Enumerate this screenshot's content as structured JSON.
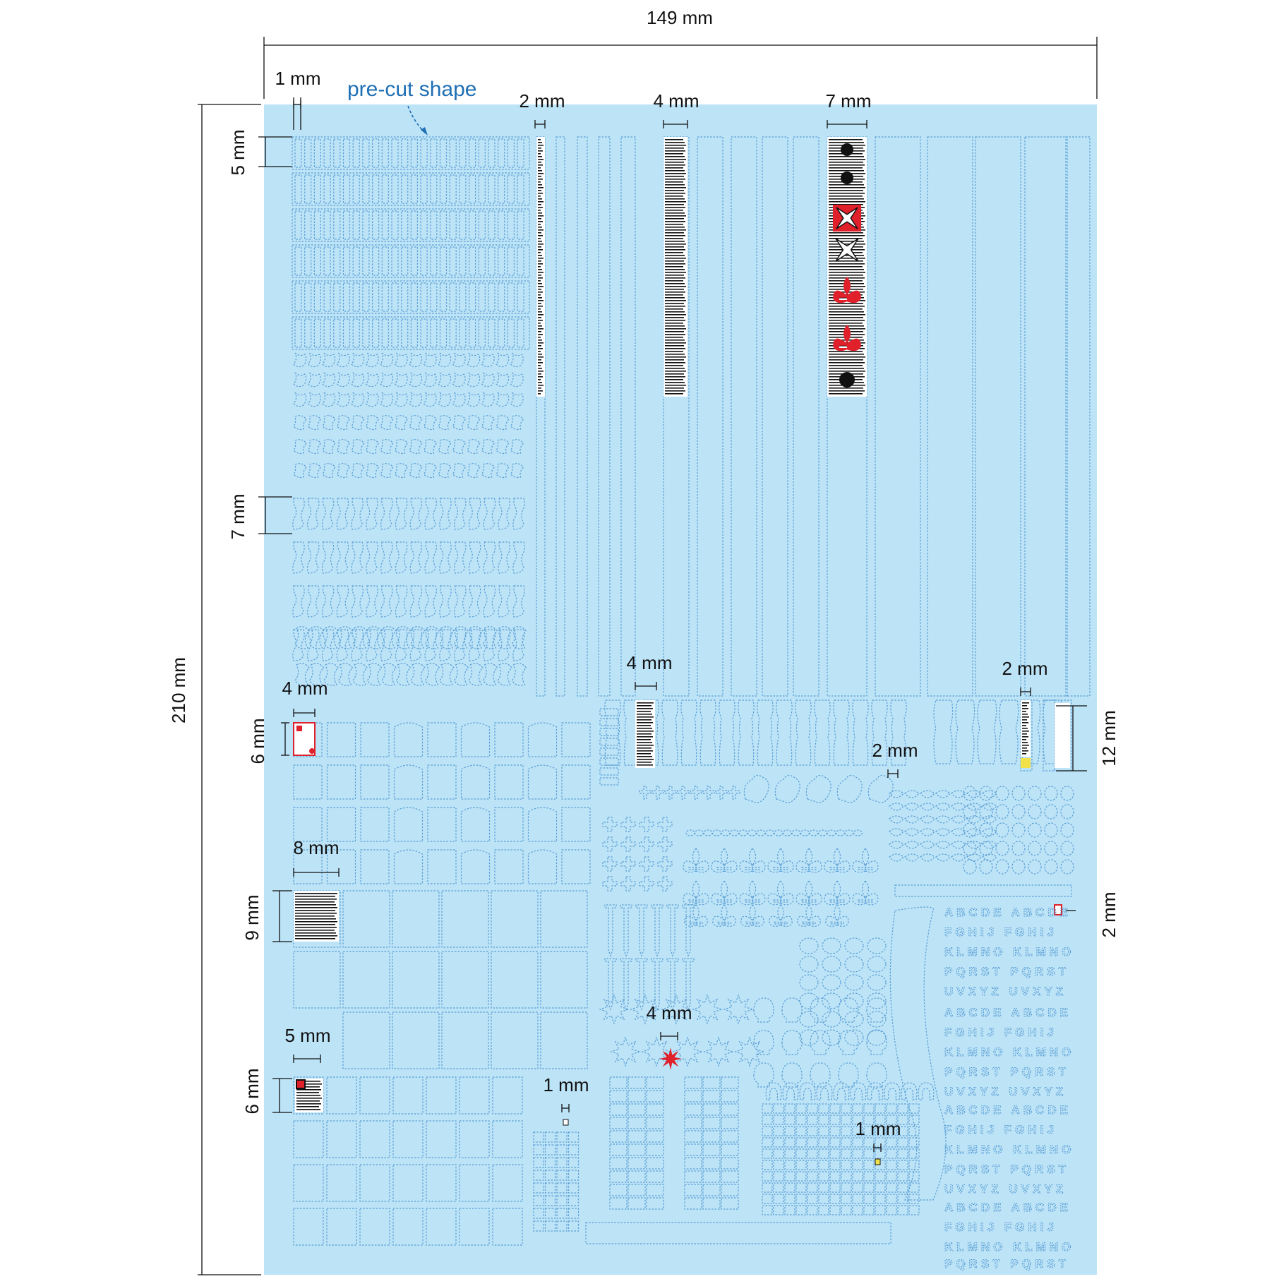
{
  "sheet": {
    "width_label": "149 mm",
    "height_label": "210 mm",
    "background_color": "#bde3f7",
    "cut_line_color": "#5a9fd4",
    "dimension_line_color": "#111111"
  },
  "callout": {
    "label": "pre-cut shape",
    "color": "#1f6fb5"
  },
  "dimensions": {
    "a_1mm": "1 mm",
    "a_5mm": "5 mm",
    "b_2mm": "2 mm",
    "c_4mm": "4 mm",
    "d_7mm": "7 mm",
    "e_7mm": "7 mm",
    "f_4mm": "4 mm",
    "f_6mm": "6 mm",
    "g_4mm": "4 mm",
    "h_2mm": "2 mm",
    "h_12mm": "12 mm",
    "i_2mm": "2 mm",
    "j_8mm": "8 mm",
    "j_9mm": "9 mm",
    "k_2mm": "2 mm",
    "l_4mm": "4 mm",
    "m_5mm": "5 mm",
    "m_6mm": "6 mm",
    "n_1mm": "1 mm",
    "o_1mm": "1 mm"
  },
  "alphabet_rows": [
    "ABCDE ABCDE",
    "FGHIJ FGHIJ",
    "KLMNO KLMNO",
    "PQRST PQRST",
    "UVXYZ UVXYZ"
  ],
  "decal_colors": {
    "red": "#e0202a",
    "black": "#111111",
    "yellow": "#f2e24a",
    "white": "#ffffff"
  }
}
